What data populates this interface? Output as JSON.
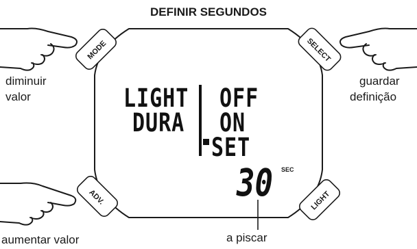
{
  "title": "DEFINIR SEGUNDOS",
  "buttons": {
    "mode": "MODE",
    "select": "SELECT",
    "adv": "ADV.",
    "light": "LIGHT"
  },
  "labels": {
    "mode_line1": "diminuir",
    "mode_line2": "valor",
    "select_line1": "guardar",
    "select_line2": "definição",
    "adv": "aumentar valor",
    "blink": "a piscar"
  },
  "display": {
    "left_line1": "LIGHT",
    "left_line2": "DURA",
    "opt1": "OFF",
    "opt2": "ON",
    "opt3": "SET",
    "seconds_value": "30",
    "seconds_unit": "SEC"
  }
}
